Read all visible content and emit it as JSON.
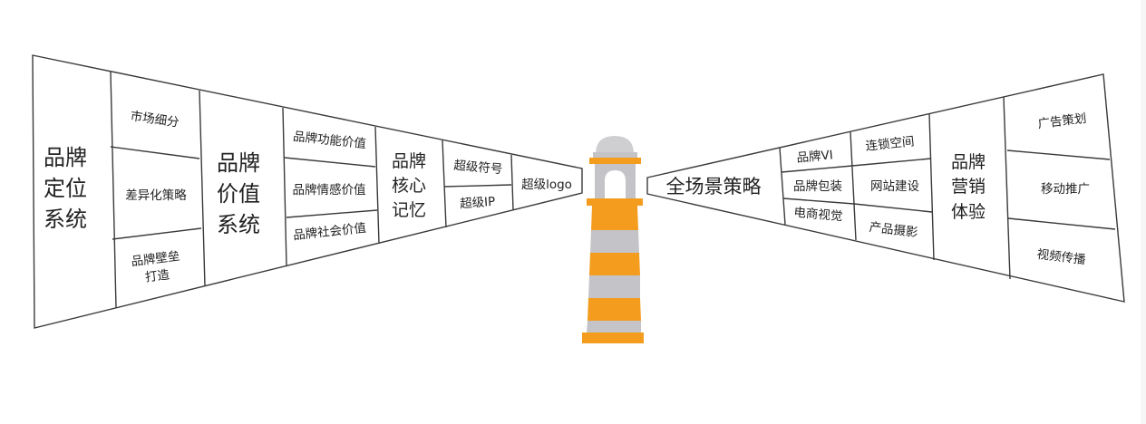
{
  "colors": {
    "accent": "#f39c1e",
    "tower_gray": "#c4c4c8",
    "cap_gray": "#cfcfd2",
    "line": "#3a3a3a"
  },
  "left": {
    "positioning": {
      "title": [
        "品牌",
        "定位",
        "系统"
      ],
      "items": [
        "市场细分",
        "差异化策略",
        [
          "品牌壁垒",
          "打造"
        ]
      ]
    },
    "value": {
      "title": [
        "品牌",
        "价值",
        "系统"
      ],
      "items": [
        "品牌功能价值",
        "品牌情感价值",
        "品牌社会价值"
      ]
    },
    "memory": {
      "title": [
        "品牌",
        "核心",
        "记忆"
      ],
      "items": [
        "超级符号",
        "超级IP"
      ],
      "logo": "超级logo"
    }
  },
  "right": {
    "strategy": "全场景策略",
    "col1": [
      "品牌VI",
      "品牌包装",
      "电商视觉"
    ],
    "col2": [
      "连锁空间",
      "网站建设",
      "产品摄影"
    ],
    "experience": {
      "title": [
        "品牌",
        "营销",
        "体验"
      ],
      "items": [
        "广告策划",
        "移动推广",
        "视频传播"
      ]
    }
  }
}
